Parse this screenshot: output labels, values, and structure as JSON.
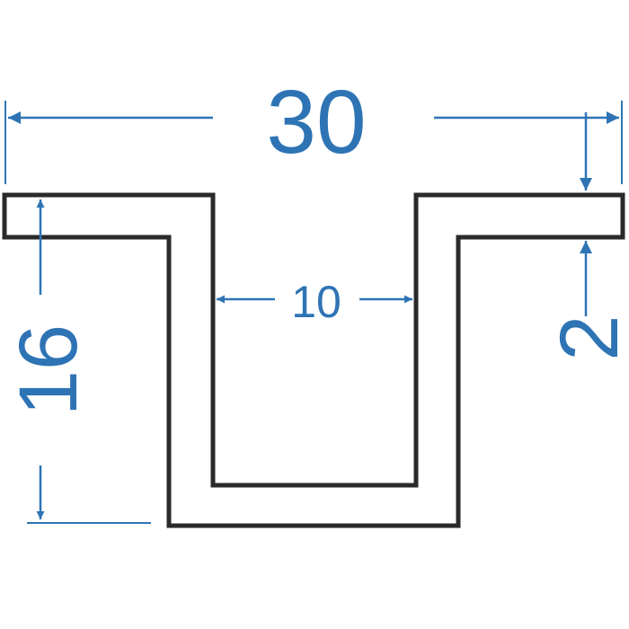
{
  "diagram": {
    "profile_type": "omega-profile",
    "colors": {
      "outline": "#2a2a2a",
      "dimension": "#2e74b5",
      "background": "#ffffff"
    },
    "dimensions": {
      "overall_width": "30",
      "inner_width": "10",
      "height": "16",
      "thickness": "2"
    }
  }
}
